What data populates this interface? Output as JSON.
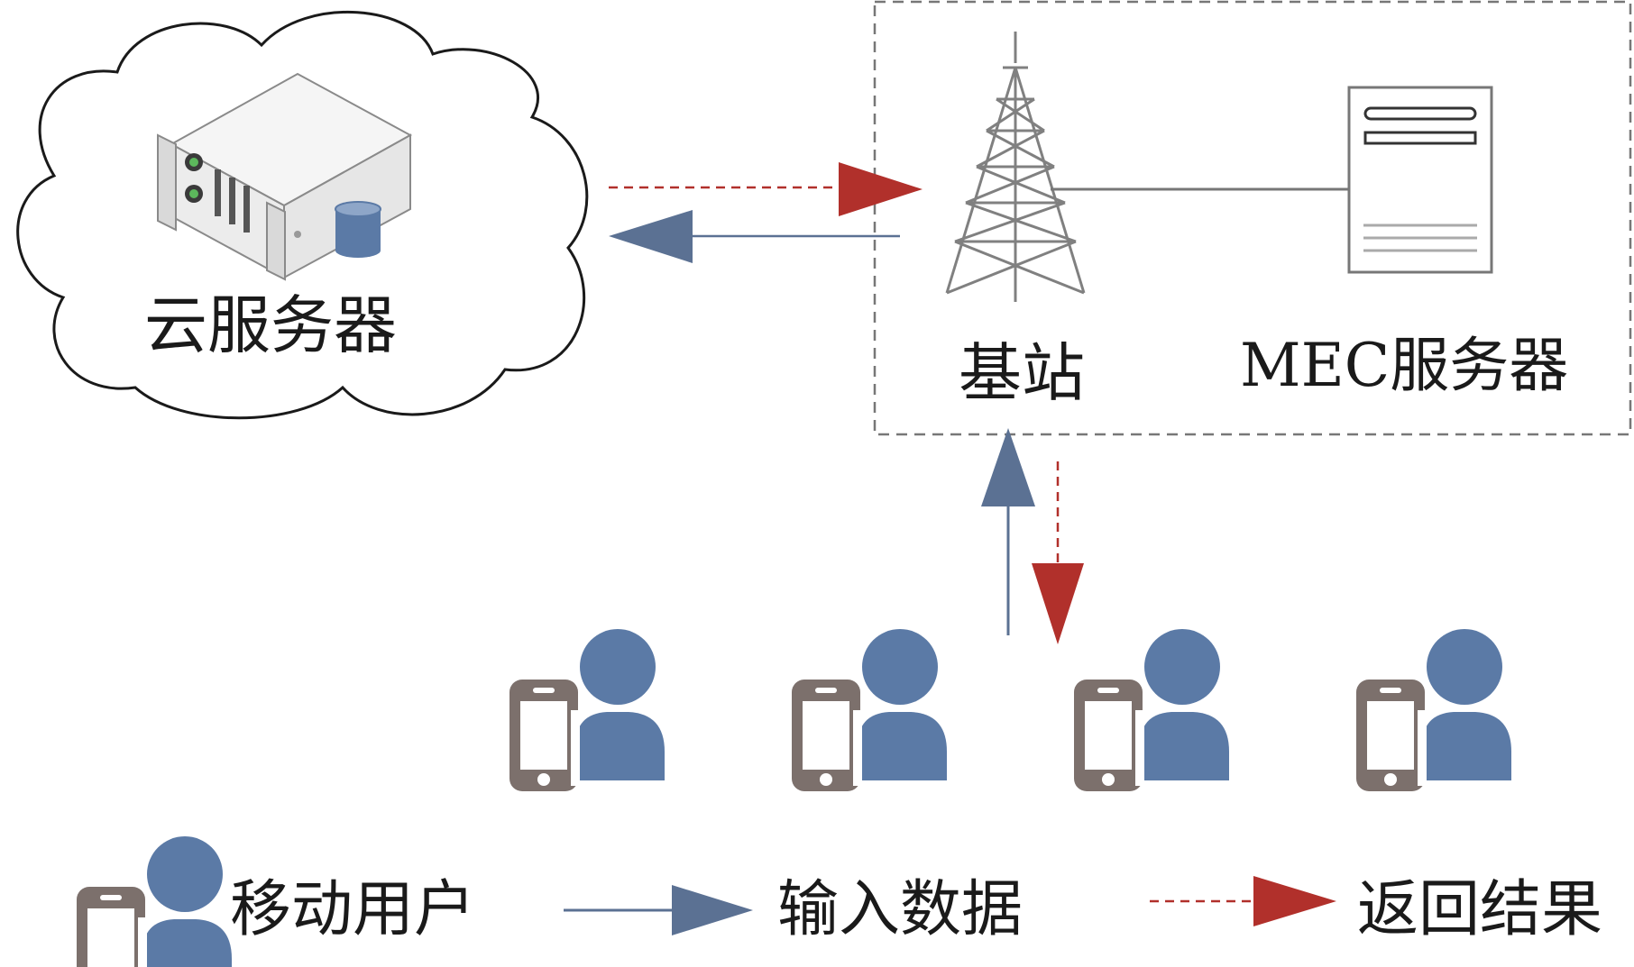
{
  "labels": {
    "cloud_server": "云服务器",
    "base_station": "基站",
    "mec_server": "MEC服务器"
  },
  "legend": {
    "mobile_user": "移动用户",
    "input_data": "输入数据",
    "return_result": "返回结果"
  },
  "mobile_user_count": 4,
  "colors": {
    "input_arrow": "#5b7193",
    "return_arrow": "#b1302b",
    "user_body": "#5b7aa6",
    "phone": "#7c706c",
    "box_border": "#777777",
    "tower": "#808080"
  }
}
